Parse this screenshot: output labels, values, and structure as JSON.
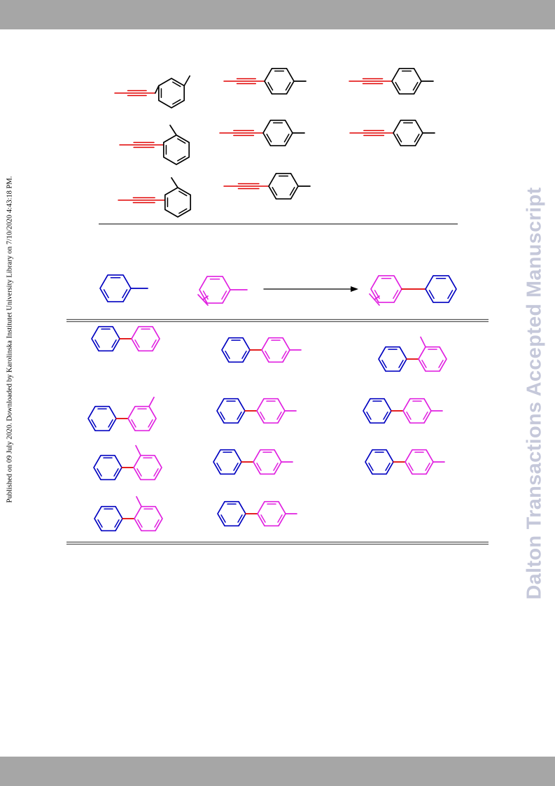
{
  "page": {
    "side_note": "Published on 09 July 2020. Downloaded by Karolinska Institutet University Library on 7/10/2020 4:43:18 PM.",
    "watermark": "Dalton Transactions Accepted Manuscript"
  },
  "colors": {
    "alkyne": "#e00000",
    "new_bond": "#e00000",
    "aryl_a": "#0000c0",
    "aryl_b": "#e020e0",
    "skeleton": "#000000",
    "header_bar": "#a6a6a6",
    "watermark": "#c5c8da"
  },
  "scheme": {
    "alkyne_substrates_count": 8,
    "reaction": {
      "reactant_1": "methylbenzene ring (blue)",
      "reactant_2": "substituted methylbenzene ring (magenta)",
      "product": "biaryl"
    },
    "biaryl_products_count": 11
  }
}
